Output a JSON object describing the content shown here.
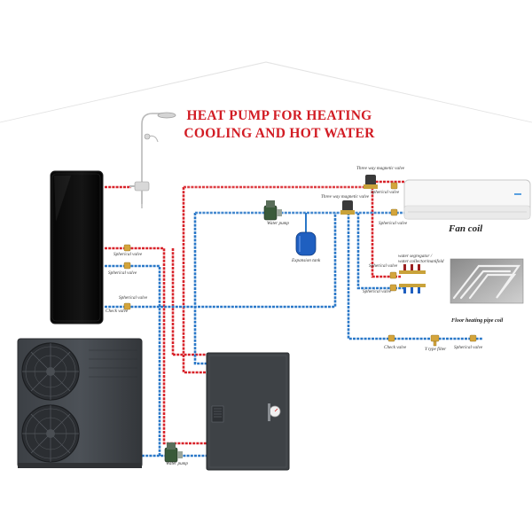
{
  "title": {
    "line1": "HEAT PUMP FOR HEATING",
    "line2": "COOLING AND HOT WATER"
  },
  "labels": {
    "three_way_valve_top": "Three way magnetic valve",
    "spherical_fan_top": "Spherical valve",
    "three_way_valve_mid": "Three way magnetic valve",
    "spherical_fan_bottom": "Spherical valve",
    "fan_coil": "Fan coil",
    "water_pump_top": "Water pump",
    "expansion_tank": "Expansion tank",
    "water_segregator": "water segregator /",
    "water_collector": "water collector/manifold",
    "spherical_floor_top": "Spherical valve",
    "spherical_floor_bottom": "Spherical valve",
    "floor_heating": "Floor heating pipe coil",
    "spherical_tank_1": "Spherical valve",
    "spherical_tank_2": "Spherical valve",
    "spherical_tank_3": "Spherical valve",
    "check_valve_tank": "Check valve",
    "check_valve_bottom": "Check valve",
    "y_filter": "Y type filter",
    "spherical_bottom_right": "Spherical valve",
    "water_pump_bottom": "Water pump"
  },
  "colors": {
    "hot_pipe": "#d8232a",
    "cold_pipe": "#2a78c8",
    "title": "#d21c24"
  }
}
